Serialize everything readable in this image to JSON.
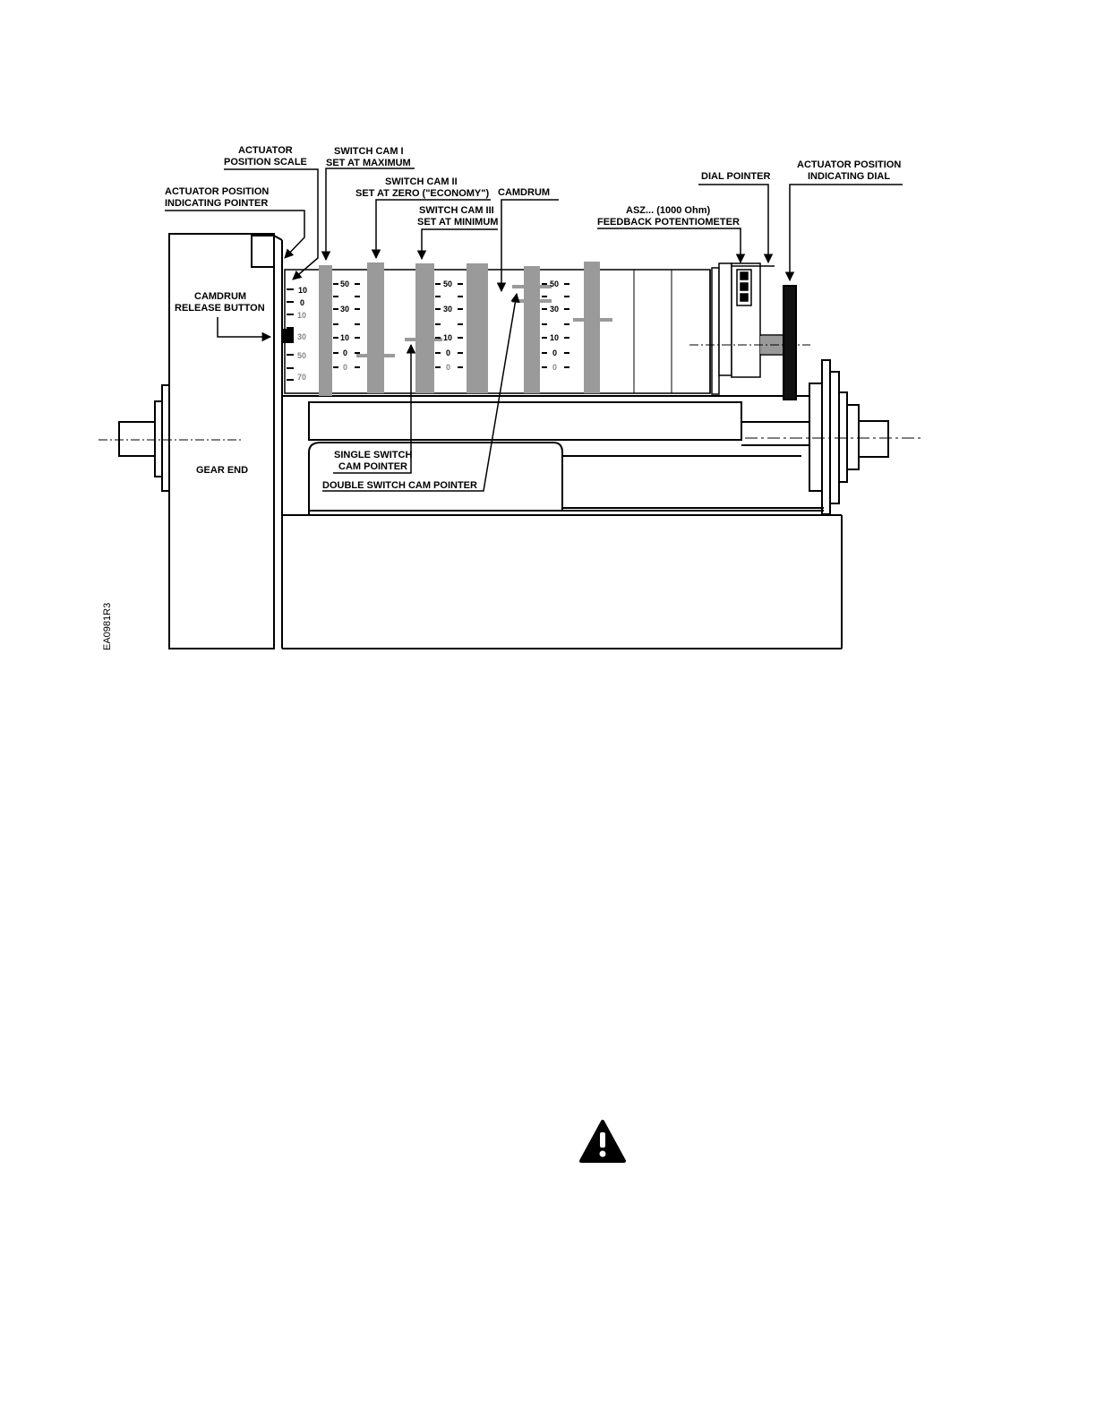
{
  "diagram": {
    "labels": {
      "actuator_position_scale": [
        "ACTUATOR",
        "POSITION SCALE"
      ],
      "switch_cam_i": [
        "SWITCH CAM I",
        "SET AT MAXIMUM"
      ],
      "actuator_position_indicating_pointer": [
        "ACTUATOR POSITION",
        "INDICATING POINTER"
      ],
      "switch_cam_ii": [
        "SWITCH CAM II",
        "SET AT ZERO (\"ECONOMY\")"
      ],
      "camdrum": "CAMDRUM",
      "switch_cam_iii": [
        "SWITCH CAM III",
        "SET AT MINIMUM"
      ],
      "dial_pointer": "DIAL POINTER",
      "actuator_position_indicating_dial": [
        "ACTUATOR POSITION",
        "INDICATING DIAL"
      ],
      "feedback_potentiometer": [
        "ASZ... (1000 Ohm)",
        "FEEDBACK POTENTIOMETER"
      ],
      "camdrum_release_button": [
        "CAMDRUM",
        "RELEASE BUTTON"
      ],
      "single_switch_cam_pointer": [
        "SINGLE SWITCH",
        "CAM POINTER"
      ],
      "double_switch_cam_pointer": "DOUBLE SWITCH CAM POINTER",
      "gear_end": "GEAR END"
    },
    "left_scale": [
      "10",
      "0",
      "10",
      "30",
      "50",
      "70"
    ],
    "cam_scale": [
      "50",
      "30",
      "10",
      "0",
      "0"
    ],
    "figure_id": "EA0981R3"
  },
  "warning_icon": "warning-triangle-icon"
}
